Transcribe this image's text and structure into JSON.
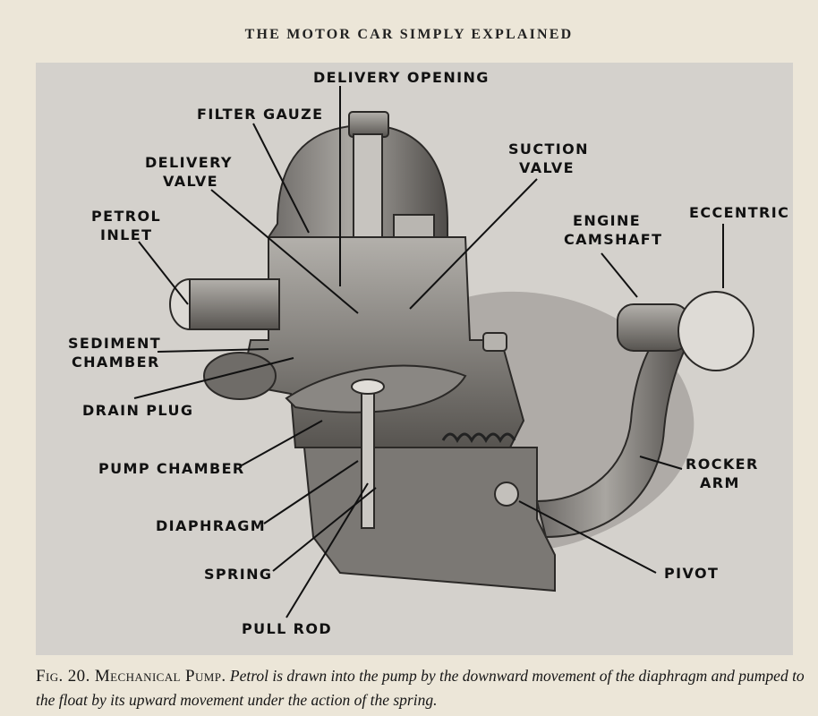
{
  "header": {
    "running_title": "THE MOTOR CAR SIMPLY EXPLAINED"
  },
  "labels": {
    "delivery_opening": "DELIVERY OPENING",
    "filter_gauze": "FILTER GAUZE",
    "delivery_valve_1": "DELIVERY",
    "delivery_valve_2": "VALVE",
    "suction_valve_1": "SUCTION",
    "suction_valve_2": "VALVE",
    "petrol_inlet_1": "PETROL",
    "petrol_inlet_2": "INLET",
    "engine_camshaft_1": "ENGINE",
    "engine_camshaft_2": "CAMSHAFT",
    "eccentric": "ECCENTRIC",
    "sediment_chamber_1": "SEDIMENT",
    "sediment_chamber_2": "CHAMBER",
    "drain_plug": "DRAIN PLUG",
    "pump_chamber": "PUMP CHAMBER",
    "diaphragm": "DIAPHRAGM",
    "spring": "SPRING",
    "pull_rod": "PULL ROD",
    "rocker_arm_1": "ROCKER",
    "rocker_arm_2": "ARM",
    "pivot": "PIVOT"
  },
  "caption": {
    "figure": "Fig. 20. Mechanical Pump.",
    "text": "Petrol is drawn into the pump by the downward movement of the diaphragm and pumped to the float by its upward movement under the action of the spring."
  }
}
